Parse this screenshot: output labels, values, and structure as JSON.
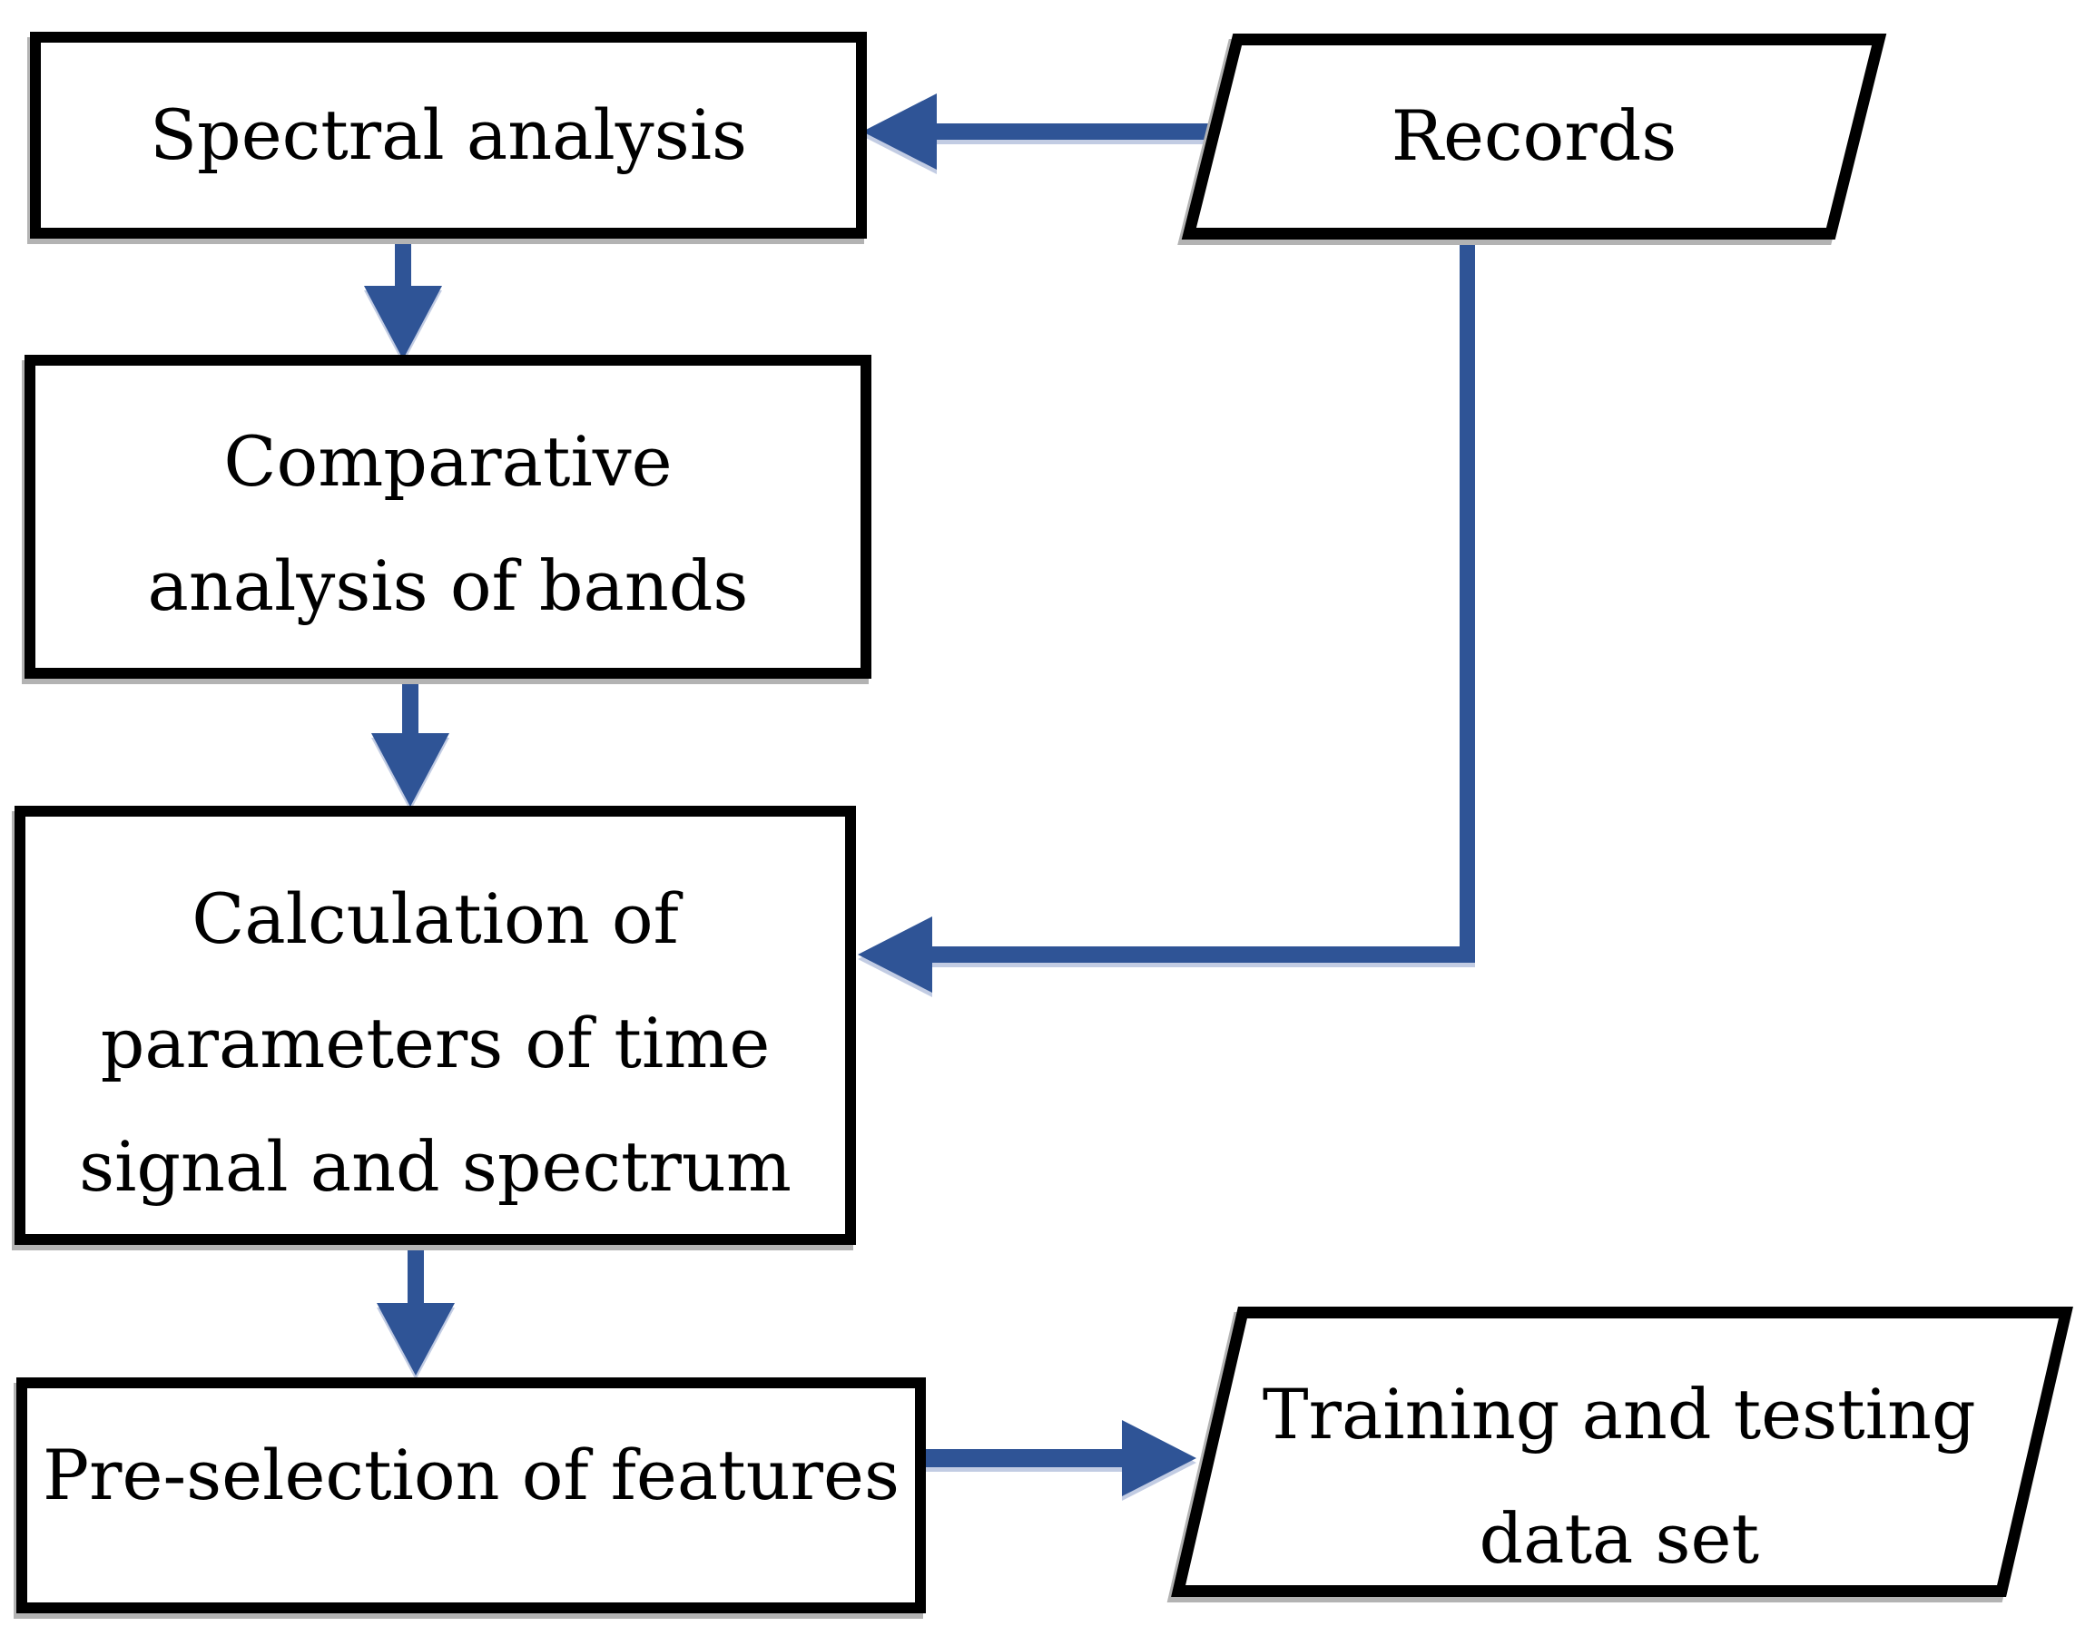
{
  "colors": {
    "arrow_blue": "#2F5496",
    "border_black": "#000000",
    "background": "#FFFFFF",
    "text": "#000000",
    "shadow_gray": "#B3B3B3"
  },
  "nodes": {
    "spectral_analysis": {
      "shape": "rectangle",
      "lines": [
        "Spectral analysis"
      ]
    },
    "records": {
      "shape": "parallelogram",
      "lines": [
        "Records"
      ]
    },
    "comparative_analysis": {
      "shape": "rectangle",
      "lines": [
        "Comparative",
        "analysis of bands"
      ]
    },
    "calculation": {
      "shape": "rectangle",
      "lines": [
        "Calculation of",
        "parameters of time",
        "signal and spectrum"
      ]
    },
    "preselection": {
      "shape": "rectangle",
      "lines": [
        "Pre-selection of features"
      ]
    },
    "training_testing": {
      "shape": "parallelogram",
      "lines": [
        "Training and testing",
        "data set"
      ]
    }
  },
  "edges": [
    {
      "from": "records",
      "to": "spectral_analysis"
    },
    {
      "from": "spectral_analysis",
      "to": "comparative_analysis"
    },
    {
      "from": "comparative_analysis",
      "to": "calculation"
    },
    {
      "from": "records",
      "to": "calculation"
    },
    {
      "from": "calculation",
      "to": "preselection"
    },
    {
      "from": "preselection",
      "to": "training_testing"
    }
  ]
}
